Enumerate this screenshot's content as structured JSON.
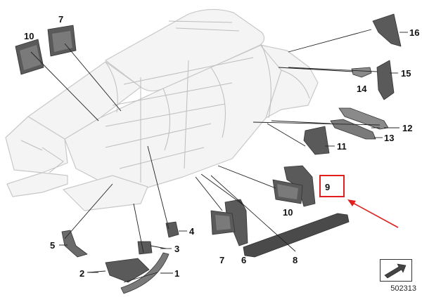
{
  "diagram": {
    "reference_number": "502313",
    "highlighted_label": "9",
    "highlight_color": "#e02020",
    "labels": [
      {
        "id": "1",
        "text": "1"
      },
      {
        "id": "2",
        "text": "2"
      },
      {
        "id": "3",
        "text": "3"
      },
      {
        "id": "4",
        "text": "4"
      },
      {
        "id": "5",
        "text": "5"
      },
      {
        "id": "6",
        "text": "6"
      },
      {
        "id": "7a",
        "text": "7"
      },
      {
        "id": "7b",
        "text": "7"
      },
      {
        "id": "8",
        "text": "8"
      },
      {
        "id": "10a",
        "text": "10"
      },
      {
        "id": "10b",
        "text": "10"
      },
      {
        "id": "11",
        "text": "11"
      },
      {
        "id": "12",
        "text": "12"
      },
      {
        "id": "13",
        "text": "13"
      },
      {
        "id": "14",
        "text": "14"
      },
      {
        "id": "15",
        "text": "15"
      },
      {
        "id": "16",
        "text": "16"
      }
    ]
  }
}
